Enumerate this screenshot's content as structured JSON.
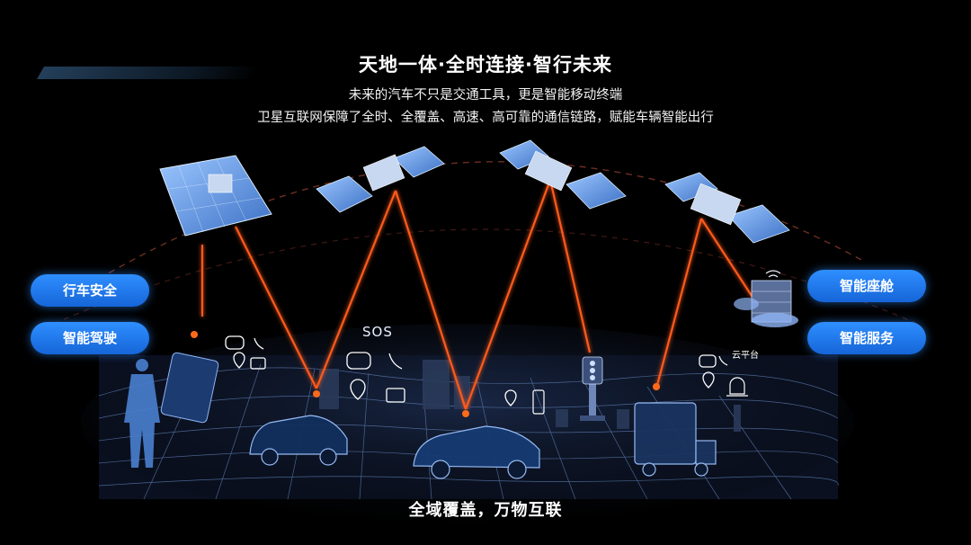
{
  "header": {
    "title": "天地一体·全时连接·智行未来",
    "subtitle_line1": "未来的汽车不只是交通工具，更是智能移动终端",
    "subtitle_line2": "卫星互联网保障了全时、全覆盖、高速、高可靠的通信链路，赋能车辆智能出行"
  },
  "left_features": [
    "行车安全",
    "智能驾驶"
  ],
  "right_features": [
    "智能座舱",
    "智能服务"
  ],
  "scene_labels": {
    "sos": "SOS",
    "cloud_platform": "云平台"
  },
  "footer": {
    "caption": "全域覆盖，万物互联"
  },
  "icons": [
    "satellite-icon",
    "chat-bubble-icon",
    "phone-icon",
    "location-pin-icon",
    "video-camera-icon",
    "traffic-light-icon",
    "wifi-icon",
    "cloud-server-icon",
    "alarm-light-icon"
  ],
  "colors": {
    "background": "#000000",
    "pill_blue": "#1e78f0",
    "beam_orange": "#ff5a1a",
    "wireframe_blue": "#6fa8ff"
  }
}
